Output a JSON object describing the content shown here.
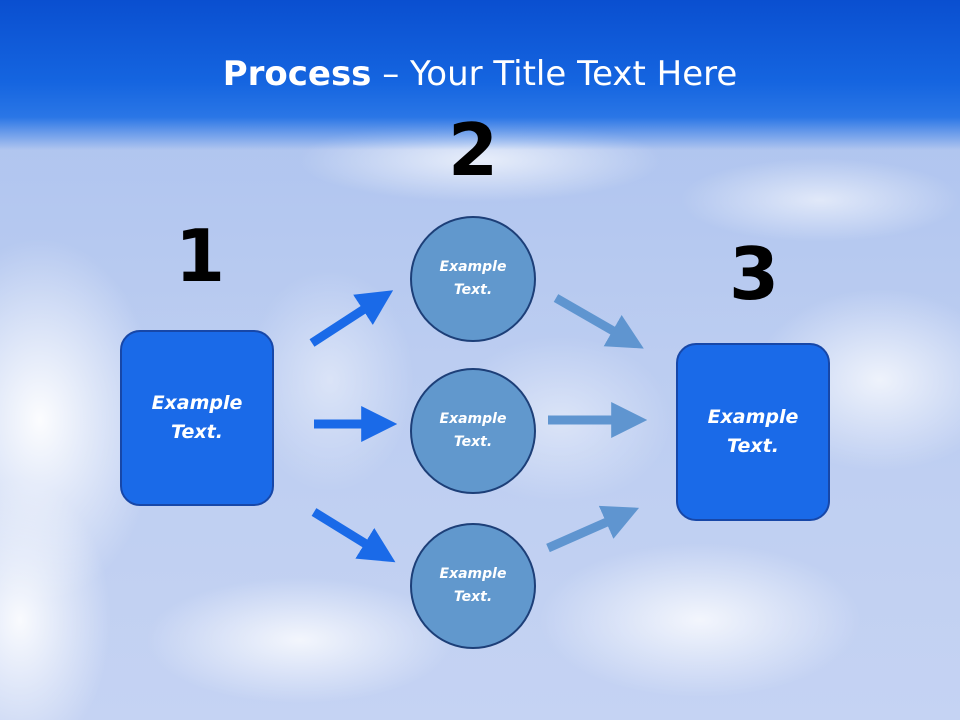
{
  "slide": {
    "title_bold": "Process",
    "title_rest": " – Your Title Text Here"
  },
  "steps": {
    "one": "1",
    "two": "2",
    "three": "3"
  },
  "nodes": {
    "start_box": "Example Text.",
    "circle_top": "Example Text.",
    "circle_middle": "Example Text.",
    "circle_bottom": "Example Text.",
    "end_box": "Example Text."
  },
  "colors": {
    "header_blue": "#1565e0",
    "box_blue": "#1a6ae8",
    "circle_blue": "#6198cd",
    "arrow_bright": "#1a6ae8",
    "arrow_muted": "#5f95d0"
  }
}
